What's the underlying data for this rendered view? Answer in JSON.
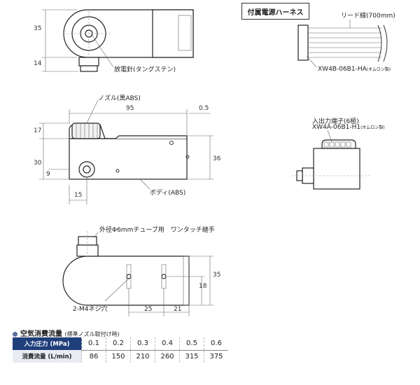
{
  "top_view": {
    "dim_35": "35",
    "dim_14": "14",
    "label_needle": "放電針(タングステン)"
  },
  "harness": {
    "title": "付属電源ハーネス",
    "lead_wire": "リード線(700mm)",
    "connector_part": "XW4B-06B1-HA",
    "connector_maker": "(オムロン製)"
  },
  "front_view": {
    "nozzle_label": "ノズル(黒ABS)",
    "dim_95": "95",
    "dim_05": "0.5",
    "dim_17": "17",
    "dim_30": "30",
    "dim_36": "36",
    "dim_9": "9",
    "dim_15": "15",
    "body_label": "ボディ(ABS)"
  },
  "side_view": {
    "terminal_label": "入出力端子(6極)",
    "terminal_part": "XW4A-06B1-H1",
    "terminal_maker": "(オムロン製)"
  },
  "bottom_view": {
    "tube_label": "外径Φ6mmチューブ用　ワンタッチ継手",
    "screw_label": "2-M4ネジ穴",
    "dim_25": "25",
    "dim_21": "21",
    "dim_18": "18",
    "dim_35": "35"
  },
  "air_table": {
    "title": "空気消費流量",
    "subtitle": "(標準ノズル取付け時)",
    "row1_header": "入力圧力 (MPa)",
    "row2_header": "消費流量 (L/min)",
    "pressures": [
      "0.1",
      "0.2",
      "0.3",
      "0.4",
      "0.5",
      "0.6"
    ],
    "flows": [
      "86",
      "150",
      "210",
      "260",
      "315",
      "375"
    ]
  },
  "colors": {
    "header_blue": "#1f3f7a",
    "bullet": "#5b6e9e"
  }
}
